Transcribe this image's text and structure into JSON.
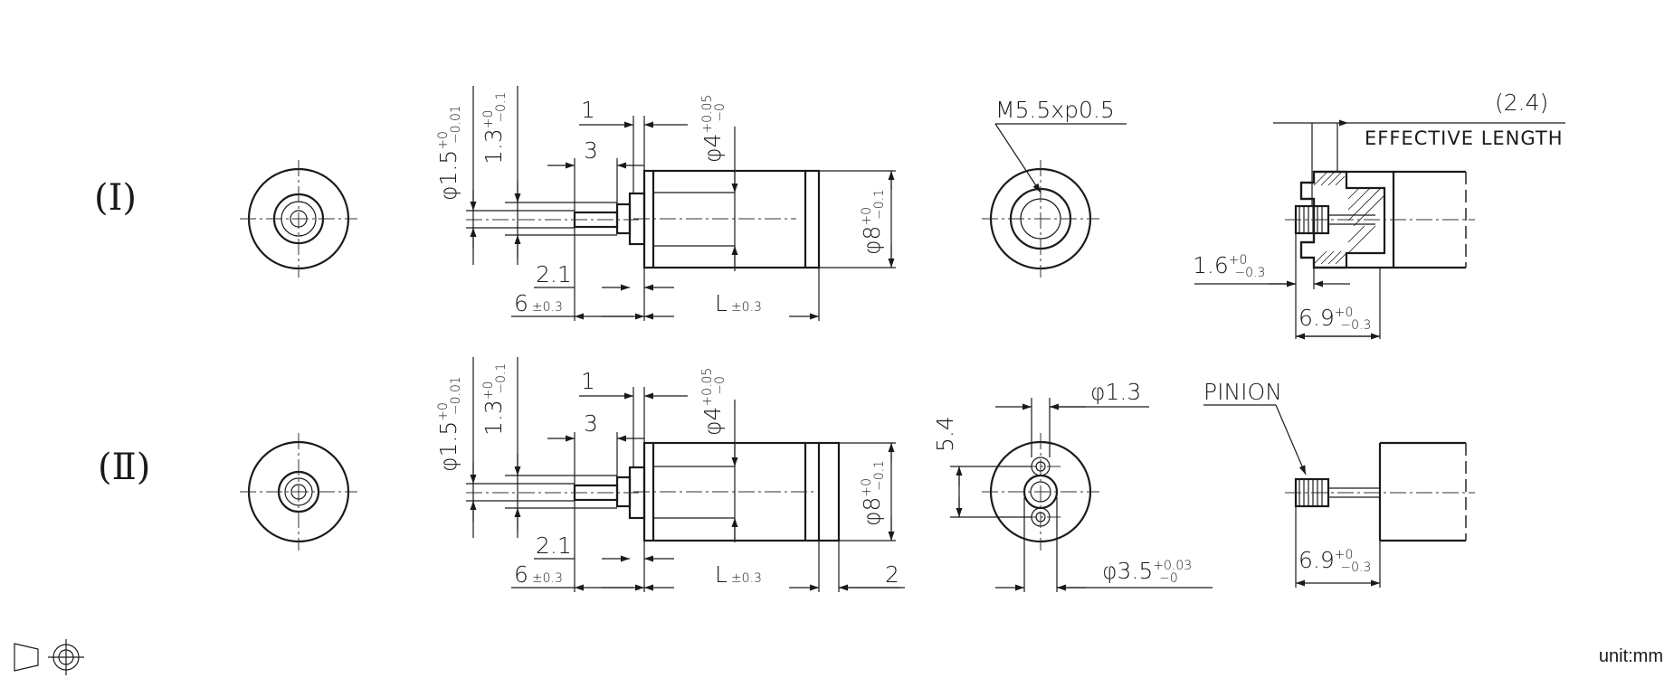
{
  "views": [
    {
      "label": "(Ⅰ)",
      "dims": {
        "shaft_dia": "φ1.5",
        "shaft_dia_tol_upper": "+0",
        "shaft_dia_tol_lower": "−0.01",
        "boss_dia": "1.3",
        "boss_dia_tol_upper": "+0",
        "boss_dia_tol_lower": "−0.1",
        "step_a": "1",
        "step_b": "3",
        "flange_dia": "φ4",
        "flange_dia_tol_upper": "+0.05",
        "flange_dia_tol_lower": "−0",
        "body_dia": "φ8",
        "body_dia_tol_upper": "+0",
        "body_dia_tol_lower": "−0.1",
        "shaft_len": "2.1",
        "overall_front": "6",
        "overall_front_tol": "±0.3",
        "body_len": "L",
        "body_len_tol": "±0.3"
      },
      "thread": "M5.5xp0.5",
      "effective_value": "(2.4)",
      "effective_text": "EFFECTIVE LENGTH",
      "pinion_offset": "1.6",
      "pinion_offset_tol_upper": "+0",
      "pinion_offset_tol_lower": "−0.3",
      "pinion_len": "6.9",
      "pinion_len_tol_upper": "+0",
      "pinion_len_tol_lower": "−0.3"
    },
    {
      "label": "(Ⅱ)",
      "dims": {
        "shaft_dia": "φ1.5",
        "shaft_dia_tol_upper": "+0",
        "shaft_dia_tol_lower": "−0.01",
        "boss_dia": "1.3",
        "boss_dia_tol_upper": "+0",
        "boss_dia_tol_lower": "−0.1",
        "step_a": "1",
        "step_b": "3",
        "flange_dia": "φ4",
        "flange_dia_tol_upper": "+0.05",
        "flange_dia_tol_lower": "−0",
        "body_dia": "φ8",
        "body_dia_tol_upper": "+0",
        "body_dia_tol_lower": "−0.1",
        "shaft_len": "2.1",
        "overall_front": "6",
        "overall_front_tol": "±0.3",
        "body_len": "L",
        "body_len_tol": "±0.3",
        "rear": "2"
      },
      "hole_spacing": "5.4",
      "hole_dia": "φ1.3",
      "boss_face_dia": "φ3.5",
      "boss_face_tol_upper": "+0.03",
      "boss_face_tol_lower": "−0",
      "pinion_label": "PINION",
      "pinion_len": "6.9",
      "pinion_len_tol_upper": "+0",
      "pinion_len_tol_lower": "−0.3"
    }
  ],
  "legend": {
    "projection_icon": "third-angle-projection-icon"
  },
  "unit": "unit:mm"
}
